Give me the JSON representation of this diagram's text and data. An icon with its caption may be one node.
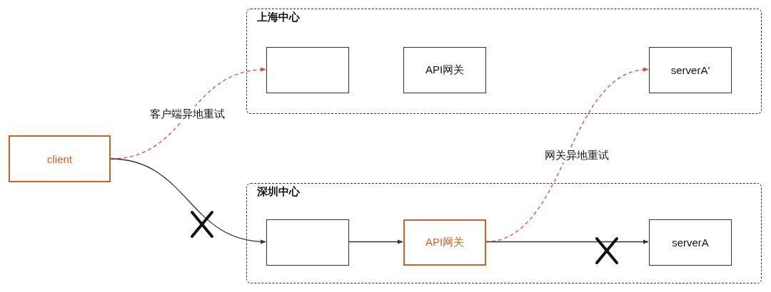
{
  "diagram": {
    "nodes": [
      {
        "text": [
          "上海中心"
        ]
      },
      {
        "text": [],
        "shape": "box",
        "in": 0
      },
      {
        "text": [
          "API网关"
        ],
        "in": 0
      },
      {
        "text": [
          "serverA'"
        ],
        "in": 0
      },
      {
        "text": [
          "client"
        ]
      },
      {
        "text": [
          "深圳中心"
        ]
      },
      {
        "text": [],
        "shape": "box",
        "in": 5
      },
      {
        "text": [
          "API网关"
        ],
        "in": 5
      },
      {
        "text": [
          "serverA"
        ],
        "in": 5
      }
    ],
    "edges": [
      {
        "from": 4,
        "to": 1,
        "arrow": "to",
        "label": "客户端异地重试",
        "style": "dashed",
        "color": "#e0463a"
      },
      {
        "from": 4,
        "to": 6,
        "arrow": "to"
      },
      {
        "from": 6,
        "to": 7,
        "arrow": "to"
      },
      {
        "from": 7,
        "to": 3,
        "arrow": "to",
        "label": "网关异地重试",
        "style": "dashed",
        "color": "#e0463a"
      },
      {
        "from": 7,
        "to": 8,
        "arrow": "to"
      }
    ]
  }
}
